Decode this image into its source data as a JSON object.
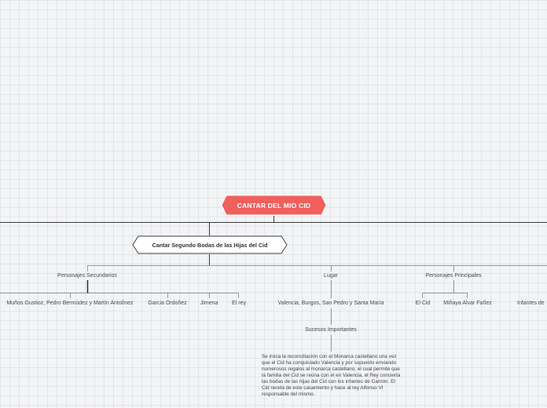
{
  "root": {
    "label": "CANTAR DEL MIO CID",
    "color": "#f0605d"
  },
  "branch": {
    "label": "Cantar Segundo Bodas de las Hijas del Cid"
  },
  "groups": {
    "secundarios": {
      "label": "Personajes Secundarios",
      "children": [
        "Muños Gustioz, Pedro Bermúdez y Martín Antolínez",
        "Garcia Ordoñez",
        "Jimena",
        "El rey"
      ]
    },
    "lugar": {
      "label": "Lugar",
      "children": [
        "Valencia, Burgos, San Pedro y Santa María"
      ]
    },
    "principales": {
      "label": "Personajes Principales",
      "children": [
        "El Cid",
        "Miñaya Alvar Fañez"
      ]
    }
  },
  "cut_label": "Infantes de",
  "sucesos": {
    "label": "Sucesos Importantes",
    "text": "Se inicia la reconciliación con el Monarca castellano una vez que el Cid ha conquistado Valencia y por supuesto enviando numerosos regalos al monarca castellano, el cual permite que la familia del Cid se reúna con el en Valencia, el Rey concierta las bodas de las hijas del Cid con los infantes de Carrión. El Cid recela de este casamiento y hace al rey Alfonso VI responsable del mismo."
  }
}
